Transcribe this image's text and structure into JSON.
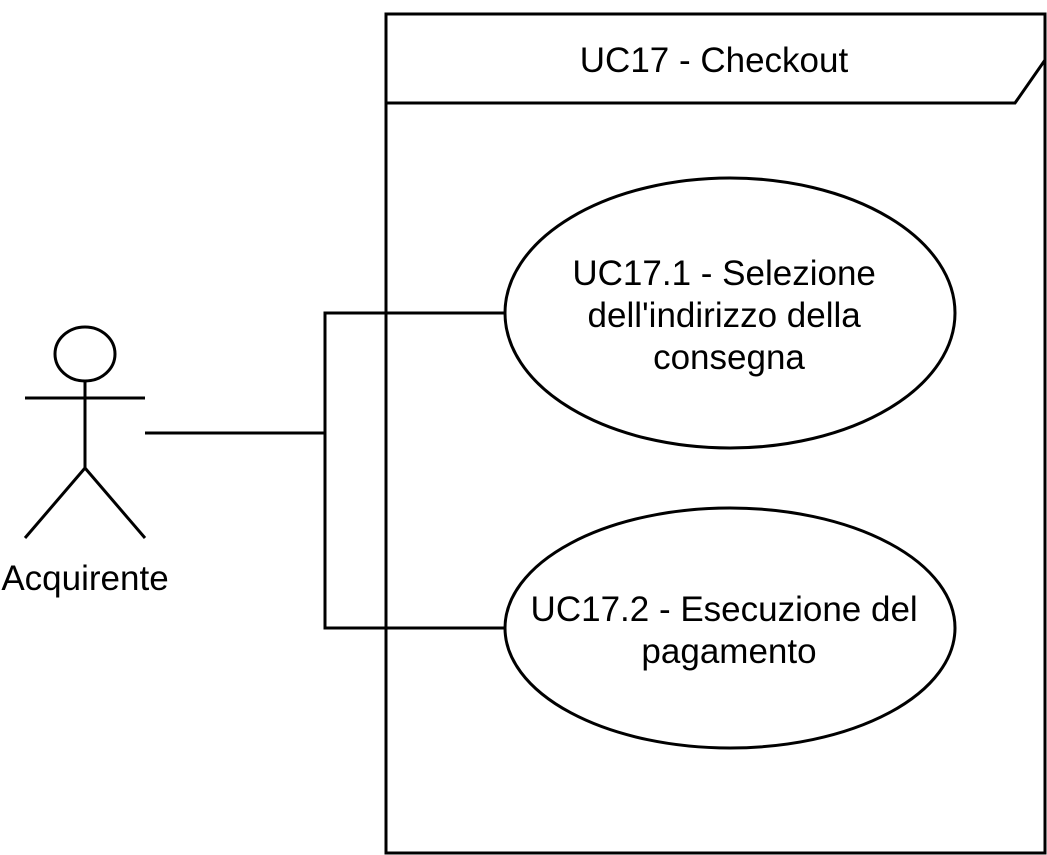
{
  "diagram": {
    "type": "uml-use-case",
    "system": {
      "title": "UC17 - Checkout"
    },
    "actor": {
      "label": "Acquirente"
    },
    "use_cases": [
      {
        "lines": [
          "UC17.1 - Selezione",
          "dell'indirizzo della",
          "consegna"
        ]
      },
      {
        "lines": [
          "UC17.2 - Esecuzione del",
          "pagamento"
        ]
      }
    ],
    "colors": {
      "stroke": "#000000",
      "background": "#ffffff"
    }
  }
}
